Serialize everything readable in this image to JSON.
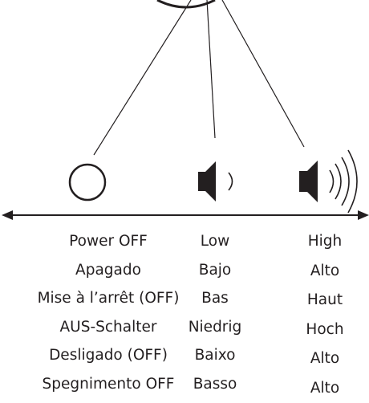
{
  "icons": {
    "off": "power-off-circle-icon",
    "low": "speaker-low-icon",
    "high": "speaker-high-icon",
    "source": "device-icon"
  },
  "labels": {
    "off": [
      "Power OFF",
      "Apagado",
      "Mise à l’arrêt (OFF)",
      "AUS-Schalter",
      "Desligado (OFF)",
      "Spegnimento OFF"
    ],
    "low": [
      "Low",
      "Bajo",
      "Bas",
      "Niedrig",
      "Baixo",
      "Basso"
    ],
    "high": [
      "High",
      "Alto",
      "Haut",
      "Hoch",
      "Alto",
      "Alto"
    ]
  },
  "colors": {
    "stroke": "#231f20",
    "fill": "#231f20"
  }
}
